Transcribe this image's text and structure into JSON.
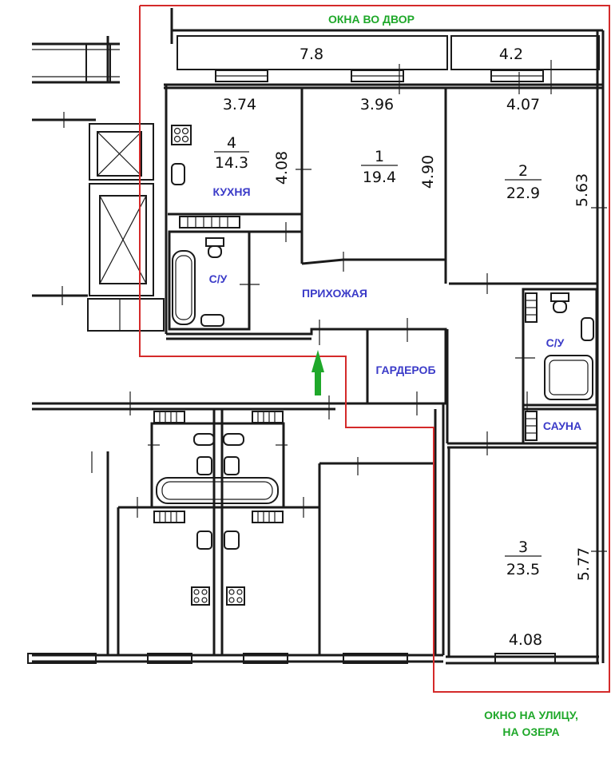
{
  "colors": {
    "accent_red": "#d42a2a",
    "label_blue": "#3b3bc8",
    "label_green": "#1fa82a",
    "wall": "#1a1a1a"
  },
  "labels": {
    "window_courtyard": "ОКНА ВО ДВОР",
    "window_street_1": "ОКНО НА УЛИЦУ,",
    "window_street_2": "НА ОЗЕРА",
    "kitchen": "КУХНЯ",
    "bathroom_1": "С/У",
    "bathroom_2": "С/У",
    "hallway": "ПРИХОЖАЯ",
    "wardrobe": "ГАРДЕРОБ",
    "sauna": "САУНА"
  },
  "dimensions": {
    "balcony_left": "7.8",
    "balcony_right": "4.2",
    "kitchen_width": "3.74",
    "room1_width": "3.96",
    "room2_width": "4.07",
    "kitchen_depth": "4.08",
    "room1_depth": "4.90",
    "room2_depth": "5.63",
    "room3_depth": "5.77",
    "room3_width": "4.08"
  },
  "rooms": [
    {
      "number": "4",
      "area": "14.3"
    },
    {
      "number": "1",
      "area": "19.4"
    },
    {
      "number": "2",
      "area": "22.9"
    },
    {
      "number": "3",
      "area": "23.5"
    }
  ],
  "icons": [
    "entrance-arrow-icon",
    "stove-icon",
    "toilet-icon",
    "bathtub-icon",
    "sink-icon",
    "radiator-icon",
    "elevator-icon"
  ]
}
